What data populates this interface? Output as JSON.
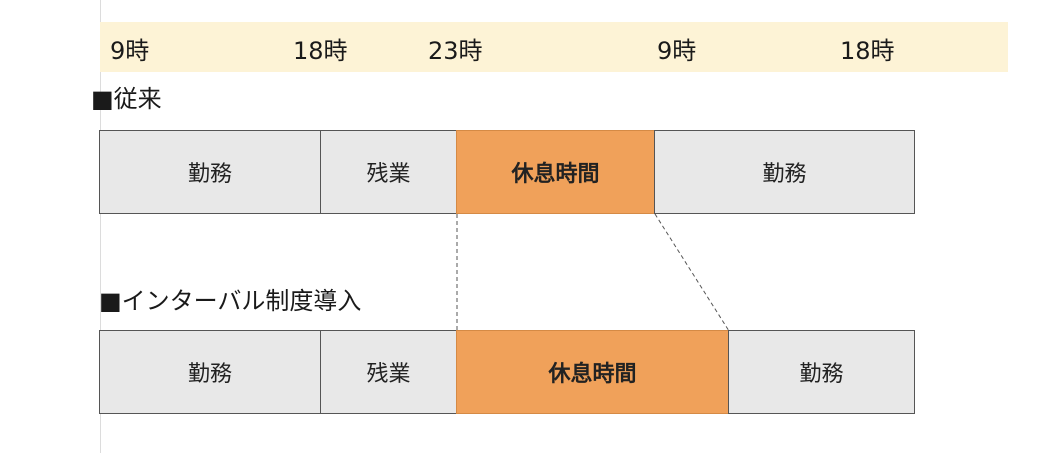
{
  "timeline": {
    "ticks": [
      "9時",
      "18時",
      "23時",
      "9時",
      "18時"
    ]
  },
  "sections": {
    "conventional": {
      "label": "■従来",
      "segments": [
        "勤務",
        "残業",
        "休息時間",
        "勤務"
      ]
    },
    "interval": {
      "label": "■インターバル制度導入",
      "segments": [
        "勤務",
        "残業",
        "休息時間",
        "勤務"
      ]
    }
  },
  "colors": {
    "work": "#e8e8e8",
    "rest": "#f0a15a",
    "axis_band": "#fdf3d6"
  }
}
